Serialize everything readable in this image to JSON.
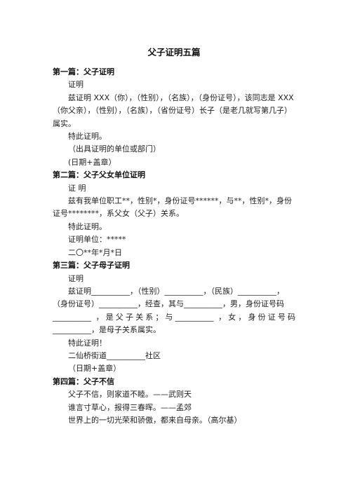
{
  "title": "父子证明五篇",
  "sections": [
    {
      "heading": "第一篇：父子证明",
      "lines": [
        "证明",
        "兹证明 XXX（你），（性别），（名族），（身份证号），该同志是 XXX（你父亲），（性别），（名族），（省份证号）长子（是老几就写第几子）属实。",
        "特此证明。",
        "（出具证明的单位或部门）",
        "(日期+盖章）"
      ]
    },
    {
      "heading": "第二篇：父子父女单位证明",
      "lines": [
        "证 明",
        "兹有我单位职工**，性别*，身份证号******，与**，性别*，身份证号********，系父女（父子）关系。",
        "特此证明。",
        "证明单位：*****",
        "二〇**年*月*日"
      ]
    },
    {
      "heading": "第三篇：父子母子证明",
      "lines": [
        "证明",
        "兹证明__________，（性别）__________，（民族）__________，（身份证号）__________，经查，其与__________，男，身份证号码",
        "__________ ，是父子关系；与__________ ，女，身份证号码",
        "__________，是母子关系属实。",
        "特此证明！",
        "二仙桥街道__________社区",
        "（日期+盖章）"
      ]
    },
    {
      "heading": "第四篇：父子不信",
      "lines": [
        "父子不信，则家道不睦。——武则天",
        "谁言寸草心，报得三春晖。——孟郊",
        "世界上的一切光荣和骄傲，都来自母亲。（高尔基）"
      ]
    }
  ]
}
